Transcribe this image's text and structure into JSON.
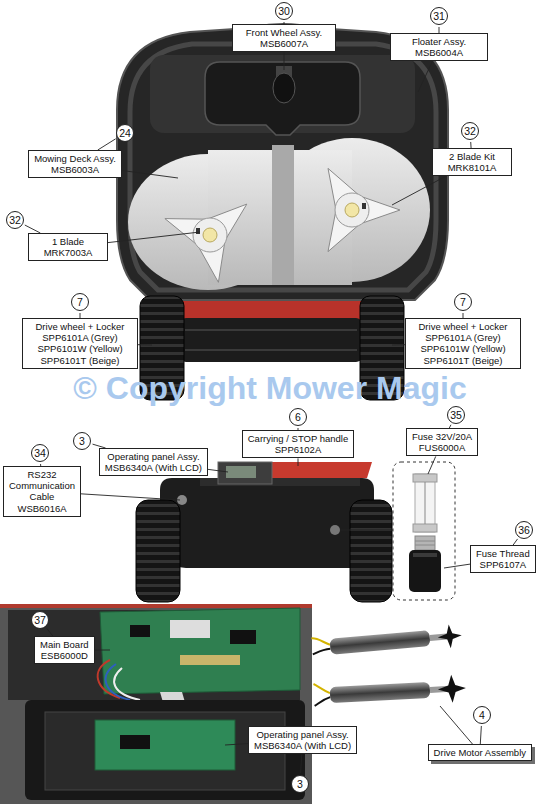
{
  "diagram": {
    "nodes": [
      {
        "text": [
          "Front Wheel Assy.",
          "MSB6007A"
        ]
      },
      {
        "text": [
          "Floater Assy.",
          "MSB6004A"
        ]
      },
      {
        "text": [
          "Mowing Deck Assy.",
          "MSB6003A"
        ]
      },
      {
        "text": [
          "2 Blade Kit",
          "MRK8101A"
        ]
      },
      {
        "text": [
          "1 Blade",
          "MRK7003A"
        ]
      },
      {
        "text": [
          "Drive wheel + Locker",
          "SPP6101A (Grey)",
          "SPP6101W (Yellow)",
          "SPP6101T (Beige)"
        ]
      },
      {
        "text": [
          "Drive wheel + Locker",
          "SPP6101A (Grey)",
          "SPP6101W (Yellow)",
          "SPP6101T (Beige)"
        ]
      },
      {
        "text": [
          "Carrying / STOP handle",
          "SPP6102A"
        ]
      },
      {
        "text": [
          "Operating panel Assy.",
          "MSB6340A (With LCD)"
        ]
      },
      {
        "text": [
          "Fuse 32V/20A",
          "FUS6000A"
        ]
      },
      {
        "text": [
          "RS232 Communication Cable",
          "WSB6016A"
        ]
      },
      {
        "text": [
          "Fuse Thread",
          "SPP6107A"
        ]
      },
      {
        "text": [
          "Main Board",
          "ESB6000D"
        ]
      },
      {
        "text": [
          "Operating panel Assy.",
          "MSB6340A (With LCD)"
        ]
      },
      {
        "text": [
          "Drive Motor Assembly"
        ]
      }
    ],
    "labels": [
      "30",
      "31",
      "24",
      "32",
      "32",
      "7",
      "7",
      "© Copyright Mower Magic",
      "6",
      "35",
      "3",
      "34",
      "36",
      "37",
      "4",
      "3"
    ]
  }
}
